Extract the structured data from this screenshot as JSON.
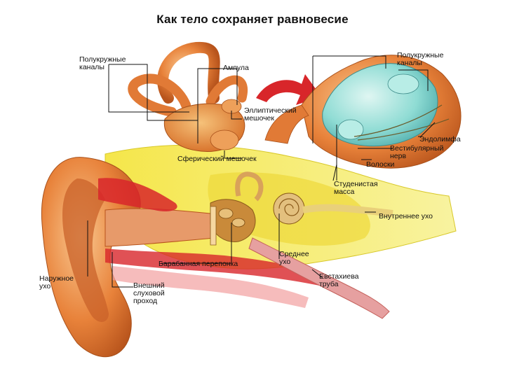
{
  "title": "Как тело сохраняет равновесие",
  "labels": {
    "semicircular_left": "Полукружные\nканалы",
    "ampulla": "Ампула",
    "utricle": "Эллиптический\nмешочек",
    "saccule": "Сферический мешочек",
    "semicircular_right": "Полукружные\nканалы",
    "endolymph": "Эндолимфа",
    "vestibular_nerve": "Вестибулярный\nнерв",
    "hairs": "Волоски",
    "gelatinous_mass": "Студенистая\nмасса",
    "inner_ear": "Внутреннее ухо",
    "middle_ear": "Среднее\nухо",
    "eardrum": "Барабанная перепонка",
    "outer_ear": "Наружное\nухо",
    "ear_canal": "Внешний\nслуховой\nпроход",
    "eustachian_tube": "Евстахиева\nтруба"
  },
  "colors": {
    "skin": "#e8823a",
    "skin_light": "#f6c27a",
    "red": "#d8262a",
    "bone_yellow": "#f2e43a",
    "pale_yellow": "#f7f07a",
    "teal": "#7fd6cf",
    "bone_tan": "#d9a25a"
  }
}
